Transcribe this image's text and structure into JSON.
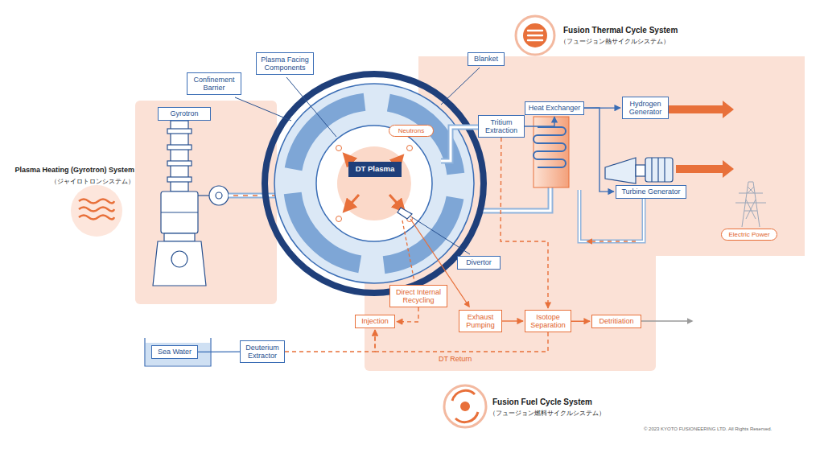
{
  "diagram": {
    "nodes": [
      {
        "text": [
          "Gyrotron"
        ]
      },
      {
        "text": [
          "Confinement Barrier"
        ]
      },
      {
        "text": [
          "Plasma Facing Components"
        ]
      },
      {
        "text": [
          "Blanket"
        ]
      },
      {
        "text": [
          "Neutrons"
        ]
      },
      {
        "text": [
          "DT Plasma"
        ]
      },
      {
        "text": [
          "Tritium Extraction"
        ]
      },
      {
        "text": [
          "Heat Exchanger"
        ]
      },
      {
        "text": [
          "Hydrogen Generator"
        ]
      },
      {
        "text": [
          "Turbine Generator"
        ]
      },
      {
        "text": [
          "Electric Power"
        ]
      },
      {
        "text": [
          "Divertor"
        ]
      },
      {
        "text": [
          "Direct Internal Recycling"
        ]
      },
      {
        "text": [
          "Injection"
        ]
      },
      {
        "text": [
          "Exhaust Pumping"
        ]
      },
      {
        "text": [
          "Isotope Separation"
        ]
      },
      {
        "text": [
          "Detritiation"
        ]
      },
      {
        "text": [
          "Sea Water"
        ]
      },
      {
        "text": [
          "Deuterium Extractor"
        ]
      }
    ],
    "edges": [
      {
        "from": 6,
        "to": 15,
        "arrow": "to"
      },
      {
        "from": 6,
        "to": 7,
        "arrow": "to"
      },
      {
        "from": 7,
        "to": 8,
        "arrow": "to"
      },
      {
        "from": 7,
        "to": 9,
        "arrow": "to"
      },
      {
        "from": 12,
        "to": 13,
        "arrow": "to"
      },
      {
        "from": 14,
        "to": 15,
        "arrow": "to"
      },
      {
        "from": 15,
        "to": 16,
        "arrow": "to"
      },
      {
        "from": 15,
        "to": 13,
        "arrow": "to"
      },
      {
        "from": 17,
        "to": 18,
        "arrow": "none"
      },
      {
        "from": 18,
        "to": 13,
        "arrow": "to"
      }
    ],
    "labels": [
      "Fusion Thermal Cycle System",
      "（フュージョン熱サイクルシステム）",
      "Plasma Heating (Gyrotron) System",
      "（ジャイロトロンシステム）",
      "Fusion Fuel Cycle System",
      "（フュージョン燃料サイクルシステム）",
      "DT Return",
      "© 2023 KYOTO FUSIONEERING LTD. All Rights Reserved."
    ]
  }
}
